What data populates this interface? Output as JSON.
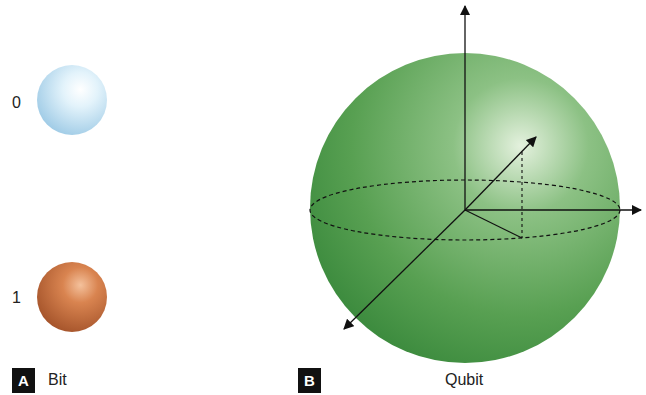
{
  "diagram": {
    "nodes": [
      {
        "text": [
          "A"
        ]
      },
      {
        "text": [
          "B"
        ]
      }
    ],
    "labels": [
      "0",
      "1",
      "Bit",
      "Qubit"
    ]
  }
}
